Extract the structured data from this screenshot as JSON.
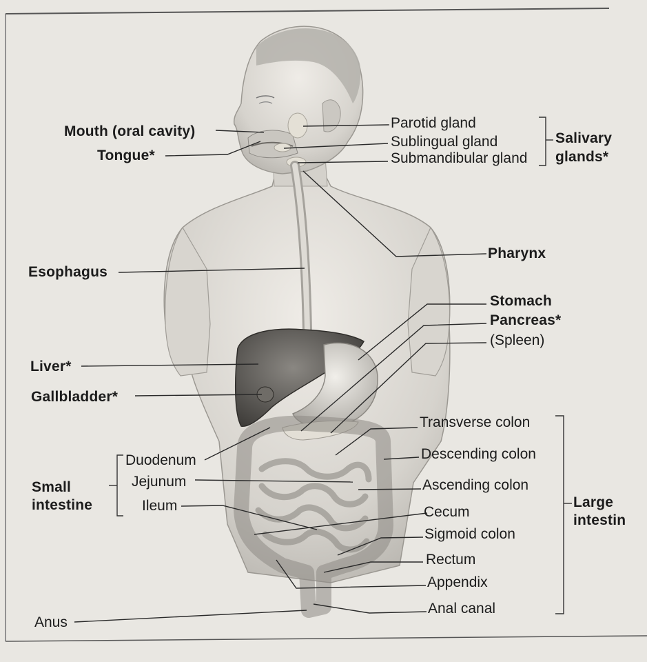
{
  "labels": {
    "mouth": "Mouth (oral cavity)",
    "tongue": "Tongue*",
    "parotid": "Parotid gland",
    "sublingual": "Sublingual gland",
    "submandibular": "Submandibular gland",
    "salivary_line1": "Salivary",
    "salivary_line2": "glands*",
    "pharynx": "Pharynx",
    "esophagus": "Esophagus",
    "stomach": "Stomach",
    "pancreas": "Pancreas*",
    "spleen": "(Spleen)",
    "liver": "Liver*",
    "gallbladder": "Gallbladder*",
    "transverse_colon": "Transverse colon",
    "descending_colon": "Descending colon",
    "ascending_colon": "Ascending colon",
    "cecum": "Cecum",
    "sigmoid_colon": "Sigmoid colon",
    "rectum": "Rectum",
    "appendix": "Appendix",
    "anal_canal": "Anal canal",
    "duodenum": "Duodenum",
    "jejunum": "Jejunum",
    "ileum": "Ileum",
    "small_line1": "Small",
    "small_line2": "intestine",
    "large_line1": "Large",
    "large_line2": "intestin",
    "anus": "Anus"
  }
}
